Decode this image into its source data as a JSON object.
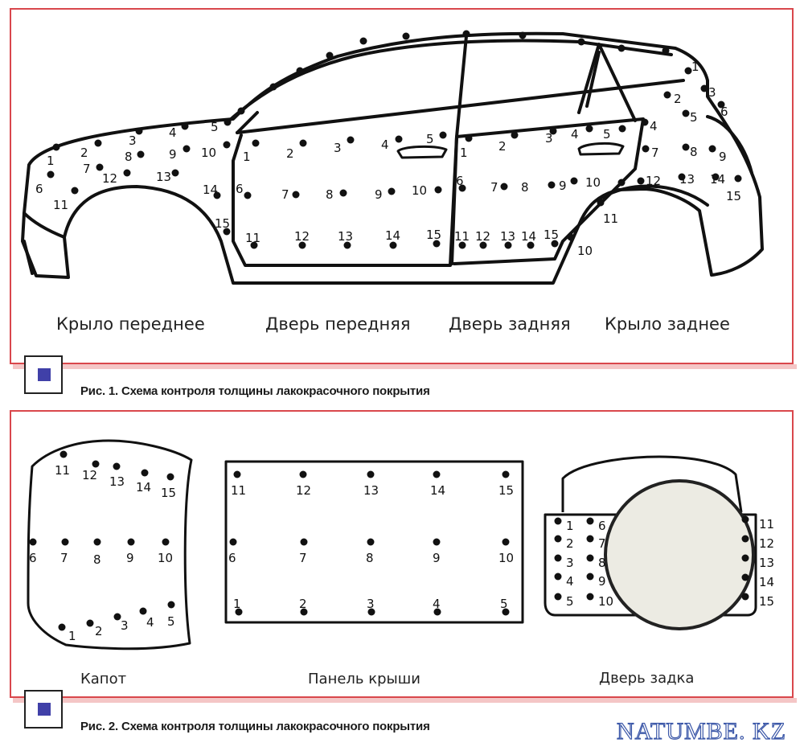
{
  "figure1": {
    "caption": "Рис. 1. Схема контроля толщины лакокрасочного покрытия",
    "parts": [
      "Крыло переднее",
      "Дверь передняя",
      "Дверь задняя",
      "Крыло заднее"
    ]
  },
  "figure2": {
    "caption": "Рис. 2. Схема контроля толщины лакокрасочного покрытия",
    "parts": [
      "Капот",
      "Панель крыши",
      "Дверь задка"
    ]
  },
  "watermark": "NATUMBE. KZ",
  "colors": {
    "frame": "#d9474c",
    "shadow": "#f4c6c6",
    "marker": "#4040a8",
    "ink": "#111111"
  }
}
